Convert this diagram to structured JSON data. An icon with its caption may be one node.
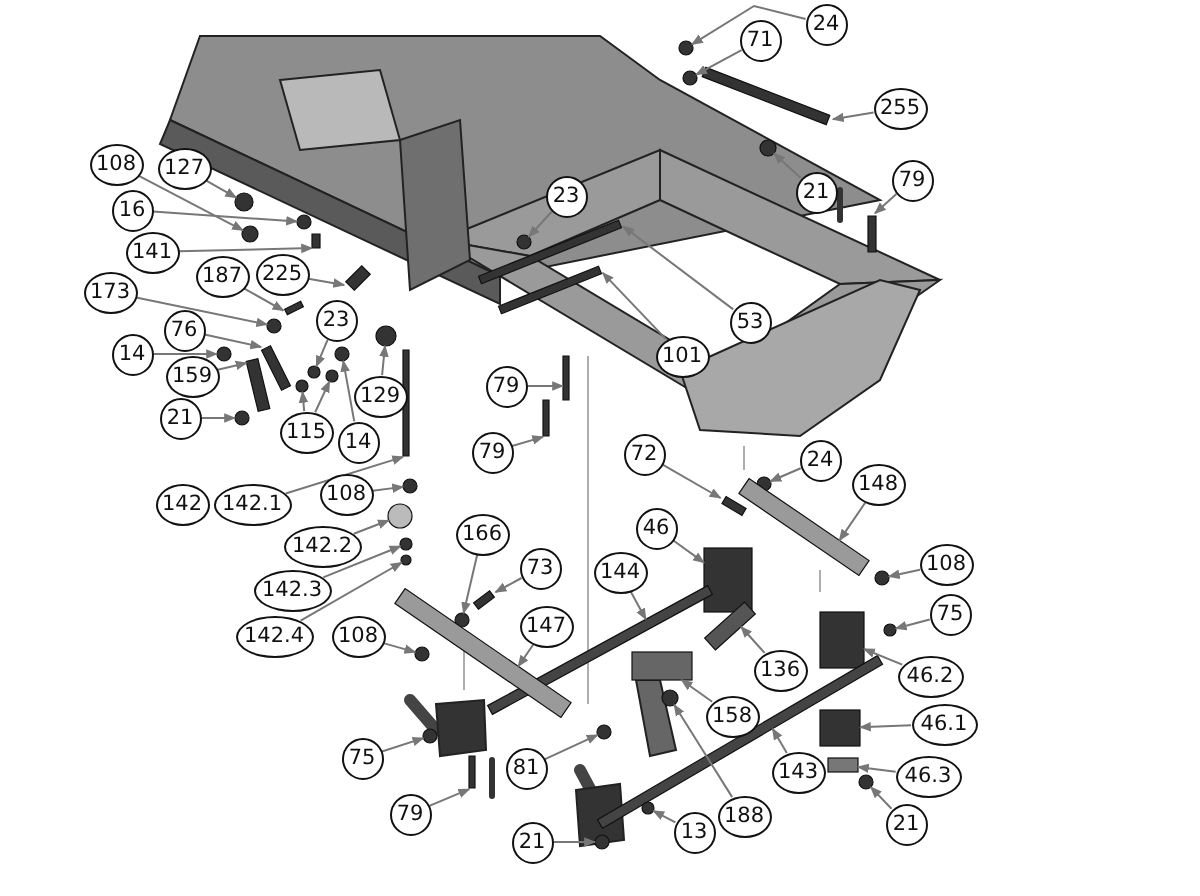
{
  "diagram": {
    "nodes": [
      {
        "text": [
          "24"
        ]
      },
      {
        "text": [
          "71"
        ]
      },
      {
        "text": [
          "255"
        ]
      },
      {
        "text": [
          "108"
        ]
      },
      {
        "text": [
          "127"
        ]
      },
      {
        "text": [
          "79"
        ]
      },
      {
        "text": [
          "16"
        ]
      },
      {
        "text": [
          "21"
        ]
      },
      {
        "text": [
          "23"
        ]
      },
      {
        "text": [
          "141"
        ]
      },
      {
        "text": [
          "225"
        ]
      },
      {
        "text": [
          "187"
        ]
      },
      {
        "text": [
          "173"
        ]
      },
      {
        "text": [
          "76"
        ]
      },
      {
        "text": [
          "23"
        ]
      },
      {
        "text": [
          "53"
        ]
      },
      {
        "text": [
          "14"
        ]
      },
      {
        "text": [
          "159"
        ]
      },
      {
        "text": [
          "129"
        ]
      },
      {
        "text": [
          "101"
        ]
      },
      {
        "text": [
          "21"
        ]
      },
      {
        "text": [
          "115"
        ]
      },
      {
        "text": [
          "14"
        ]
      },
      {
        "text": [
          "79"
        ]
      },
      {
        "text": [
          "79"
        ]
      },
      {
        "text": [
          "72"
        ]
      },
      {
        "text": [
          "24"
        ]
      },
      {
        "text": [
          "142"
        ]
      },
      {
        "text": [
          "142.1"
        ]
      },
      {
        "text": [
          "108"
        ]
      },
      {
        "text": [
          "148"
        ]
      },
      {
        "text": [
          "142.2"
        ]
      },
      {
        "text": [
          "166"
        ]
      },
      {
        "text": [
          "73"
        ]
      },
      {
        "text": [
          "46"
        ]
      },
      {
        "text": [
          "108"
        ]
      },
      {
        "text": [
          "142.3"
        ]
      },
      {
        "text": [
          "144"
        ]
      },
      {
        "text": [
          "147"
        ]
      },
      {
        "text": [
          "75"
        ]
      },
      {
        "text": [
          "108"
        ]
      },
      {
        "text": [
          "142.4"
        ]
      },
      {
        "text": [
          "136"
        ]
      },
      {
        "text": [
          "158"
        ]
      },
      {
        "text": [
          "46.2"
        ]
      },
      {
        "text": [
          "46.1"
        ]
      },
      {
        "text": [
          "81"
        ]
      },
      {
        "text": [
          "75"
        ]
      },
      {
        "text": [
          "143"
        ]
      },
      {
        "text": [
          "46.3"
        ]
      },
      {
        "text": [
          "188"
        ]
      },
      {
        "text": [
          "79"
        ]
      },
      {
        "text": [
          "13"
        ]
      },
      {
        "text": [
          "21"
        ]
      },
      {
        "text": [
          "21"
        ]
      },
      {
        "text": [],
        "shape": "circle"
      },
      {
        "text": [],
        "shape": "circle"
      },
      {
        "text": [],
        "shape": "bar"
      },
      {
        "text": [],
        "shape": "circle"
      },
      {
        "text": [],
        "shape": "circle"
      },
      {
        "text": [],
        "shape": "bar"
      },
      {
        "text": [],
        "shape": "circle"
      },
      {
        "text": [],
        "shape": "circle"
      },
      {
        "text": [],
        "shape": "circle"
      },
      {
        "text": [],
        "shape": "bar"
      },
      {
        "text": [],
        "shape": "bar"
      },
      {
        "text": [],
        "shape": "bar"
      },
      {
        "text": [],
        "shape": "circle"
      },
      {
        "text": [],
        "shape": "bar"
      },
      {
        "text": [],
        "shape": "circle"
      },
      {
        "text": [],
        "shape": "bar"
      },
      {
        "text": [],
        "shape": "circle"
      },
      {
        "text": [],
        "shape": "bar"
      },
      {
        "text": [],
        "shape": "circle"
      },
      {
        "text": [],
        "shape": "bar"
      },
      {
        "text": [],
        "shape": "circle"
      },
      {
        "text": [],
        "shape": "circle"
      },
      {
        "text": [],
        "shape": "circle"
      },
      {
        "text": [],
        "shape": "circle"
      },
      {
        "text": [],
        "shape": "bar"
      },
      {
        "text": [],
        "shape": "bar"
      },
      {
        "text": [],
        "shape": "bar"
      },
      {
        "text": [],
        "shape": "circle"
      },
      {
        "text": [],
        "shape": "bar"
      },
      {
        "text": [],
        "shape": "circle"
      },
      {
        "text": [],
        "shape": "bar"
      },
      {
        "text": [],
        "shape": "circle"
      },
      {
        "text": [],
        "shape": "circle"
      },
      {
        "text": [],
        "shape": "bar"
      },
      {
        "text": [],
        "shape": "box"
      },
      {
        "text": [],
        "shape": "circle"
      },
      {
        "text": [],
        "shape": "circle"
      },
      {
        "text": [],
        "shape": "bar"
      },
      {
        "text": [],
        "shape": "bar"
      },
      {
        "text": [],
        "shape": "circle"
      },
      {
        "text": [],
        "shape": "circle"
      },
      {
        "text": [],
        "shape": "circle"
      },
      {
        "text": [],
        "shape": "bar"
      },
      {
        "text": [],
        "shape": "box"
      },
      {
        "text": [],
        "shape": "box"
      },
      {
        "text": [],
        "shape": "box"
      },
      {
        "text": [],
        "shape": "circle"
      },
      {
        "text": [],
        "shape": "circle"
      },
      {
        "text": [],
        "shape": "bar"
      },
      {
        "text": [],
        "shape": "box"
      },
      {
        "text": [],
        "shape": "circle"
      },
      {
        "text": [],
        "shape": "bar"
      },
      {
        "text": [],
        "shape": "circle"
      },
      {
        "text": [],
        "shape": "circle"
      },
      {
        "text": [],
        "shape": "circle"
      }
    ],
    "edges": [
      {
        "from": 0,
        "to": 55,
        "arrow": "to"
      },
      {
        "from": 1,
        "to": 56,
        "arrow": "to"
      },
      {
        "from": 2,
        "to": 57,
        "arrow": "to"
      },
      {
        "from": 3,
        "to": 58,
        "arrow": "to"
      },
      {
        "from": 4,
        "to": 59,
        "arrow": "to"
      },
      {
        "from": 5,
        "to": 60,
        "arrow": "to"
      },
      {
        "from": 6,
        "to": 61,
        "arrow": "to"
      },
      {
        "from": 7,
        "to": 62,
        "arrow": "to"
      },
      {
        "from": 8,
        "to": 63,
        "arrow": "to"
      },
      {
        "from": 9,
        "to": 64,
        "arrow": "to"
      },
      {
        "from": 10,
        "to": 65,
        "arrow": "to"
      },
      {
        "from": 11,
        "to": 66,
        "arrow": "to"
      },
      {
        "from": 12,
        "to": 67,
        "arrow": "to"
      },
      {
        "from": 13,
        "to": 68,
        "arrow": "to"
      },
      {
        "from": 14,
        "to": 69,
        "arrow": "to"
      },
      {
        "from": 15,
        "to": 70,
        "arrow": "to"
      },
      {
        "from": 16,
        "to": 71,
        "arrow": "to"
      },
      {
        "from": 17,
        "to": 72,
        "arrow": "to"
      },
      {
        "from": 18,
        "to": 73,
        "arrow": "to"
      },
      {
        "from": 19,
        "to": 74,
        "arrow": "to"
      },
      {
        "from": 20,
        "to": 75,
        "arrow": "to"
      },
      {
        "from": 21,
        "to": 76,
        "arrow": "to"
      },
      {
        "from": 21,
        "to": 77,
        "arrow": "to"
      },
      {
        "from": 22,
        "to": 78,
        "arrow": "to"
      },
      {
        "from": 23,
        "to": 79,
        "arrow": "to"
      },
      {
        "from": 24,
        "to": 80,
        "arrow": "to"
      },
      {
        "from": 25,
        "to": 81,
        "arrow": "to"
      },
      {
        "from": 26,
        "to": 82,
        "arrow": "to"
      },
      {
        "from": 28,
        "to": 83,
        "arrow": "to"
      },
      {
        "from": 29,
        "to": 84,
        "arrow": "to"
      },
      {
        "from": 30,
        "to": 85,
        "arrow": "to"
      },
      {
        "from": 31,
        "to": 86,
        "arrow": "to"
      },
      {
        "from": 32,
        "to": 87,
        "arrow": "to"
      },
      {
        "from": 33,
        "to": 88,
        "arrow": "to"
      },
      {
        "from": 34,
        "to": 89,
        "arrow": "to"
      },
      {
        "from": 35,
        "to": 90,
        "arrow": "to"
      },
      {
        "from": 36,
        "to": 91,
        "arrow": "to"
      },
      {
        "from": 37,
        "to": 92,
        "arrow": "to"
      },
      {
        "from": 38,
        "to": 93,
        "arrow": "to"
      },
      {
        "from": 39,
        "to": 94,
        "arrow": "to"
      },
      {
        "from": 40,
        "to": 95,
        "arrow": "to"
      },
      {
        "from": 41,
        "to": 96,
        "arrow": "to"
      },
      {
        "from": 42,
        "to": 97,
        "arrow": "to"
      },
      {
        "from": 43,
        "to": 98,
        "arrow": "to"
      },
      {
        "from": 44,
        "to": 99,
        "arrow": "to"
      },
      {
        "from": 45,
        "to": 100,
        "arrow": "to"
      },
      {
        "from": 46,
        "to": 101,
        "arrow": "to"
      },
      {
        "from": 47,
        "to": 102,
        "arrow": "to"
      },
      {
        "from": 48,
        "to": 103,
        "arrow": "to"
      },
      {
        "from": 49,
        "to": 104,
        "arrow": "to"
      },
      {
        "from": 50,
        "to": 105,
        "arrow": "to"
      },
      {
        "from": 51,
        "to": 106,
        "arrow": "to"
      },
      {
        "from": 52,
        "to": 107,
        "arrow": "to"
      },
      {
        "from": 53,
        "to": 108,
        "arrow": "to"
      },
      {
        "from": 54,
        "to": 109,
        "arrow": "to"
      }
    ]
  }
}
